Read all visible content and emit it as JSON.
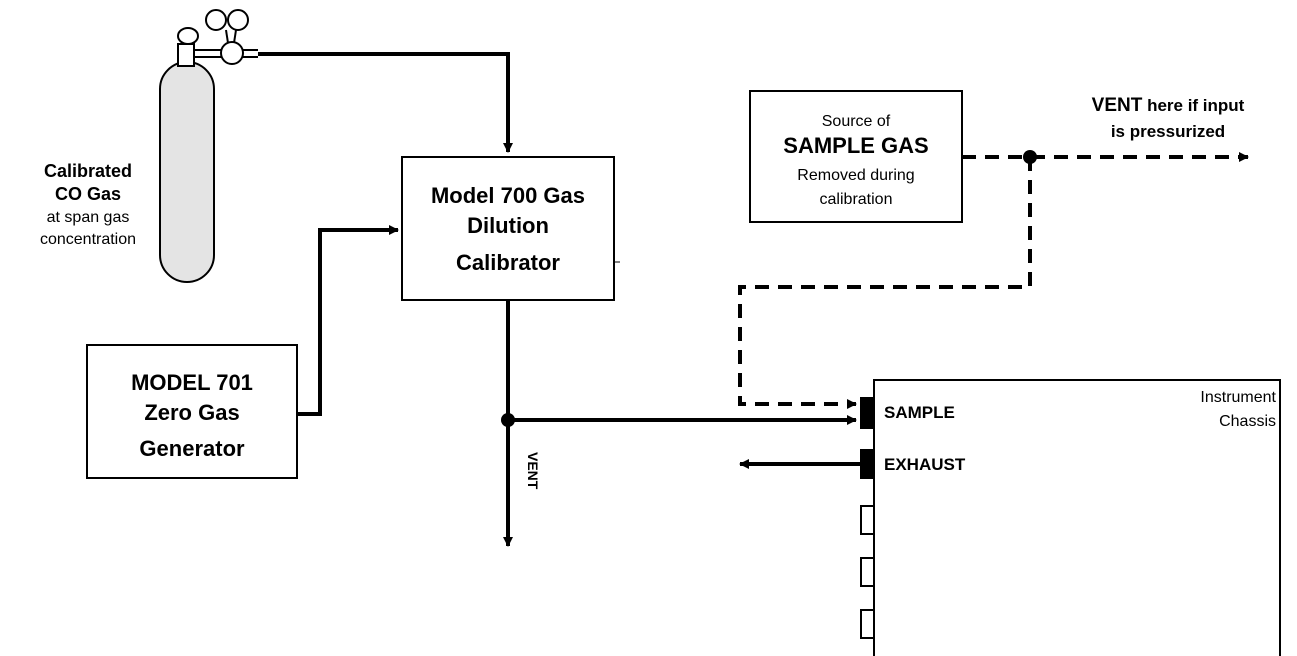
{
  "cylinder": {
    "label_line1": "Calibrated",
    "label_line2": "CO Gas",
    "label_line3": "at span gas",
    "label_line4": "concentration"
  },
  "calibrator": {
    "line1": "Model 700 Gas",
    "line2": "Dilution",
    "line3": "Calibrator"
  },
  "zero_gen": {
    "line1": "MODEL 701",
    "line2": "Zero Gas",
    "line3": "Generator"
  },
  "sample_source": {
    "line1": "Source of",
    "line2": "SAMPLE GAS",
    "line3": "Removed during",
    "line4": "calibration"
  },
  "vent_note": {
    "line1_bold": "VENT",
    "line1_rest": " here if input",
    "line2": "is pressurized"
  },
  "vent_label": "VENT",
  "instrument": {
    "title_line1": "Instrument",
    "title_line2": "Chassis",
    "port_sample": "SAMPLE",
    "port_exhaust": "EXHAUST"
  },
  "colors": {
    "line": "#000000",
    "cylinder_fill": "#e4e4e4",
    "background": "#ffffff"
  }
}
